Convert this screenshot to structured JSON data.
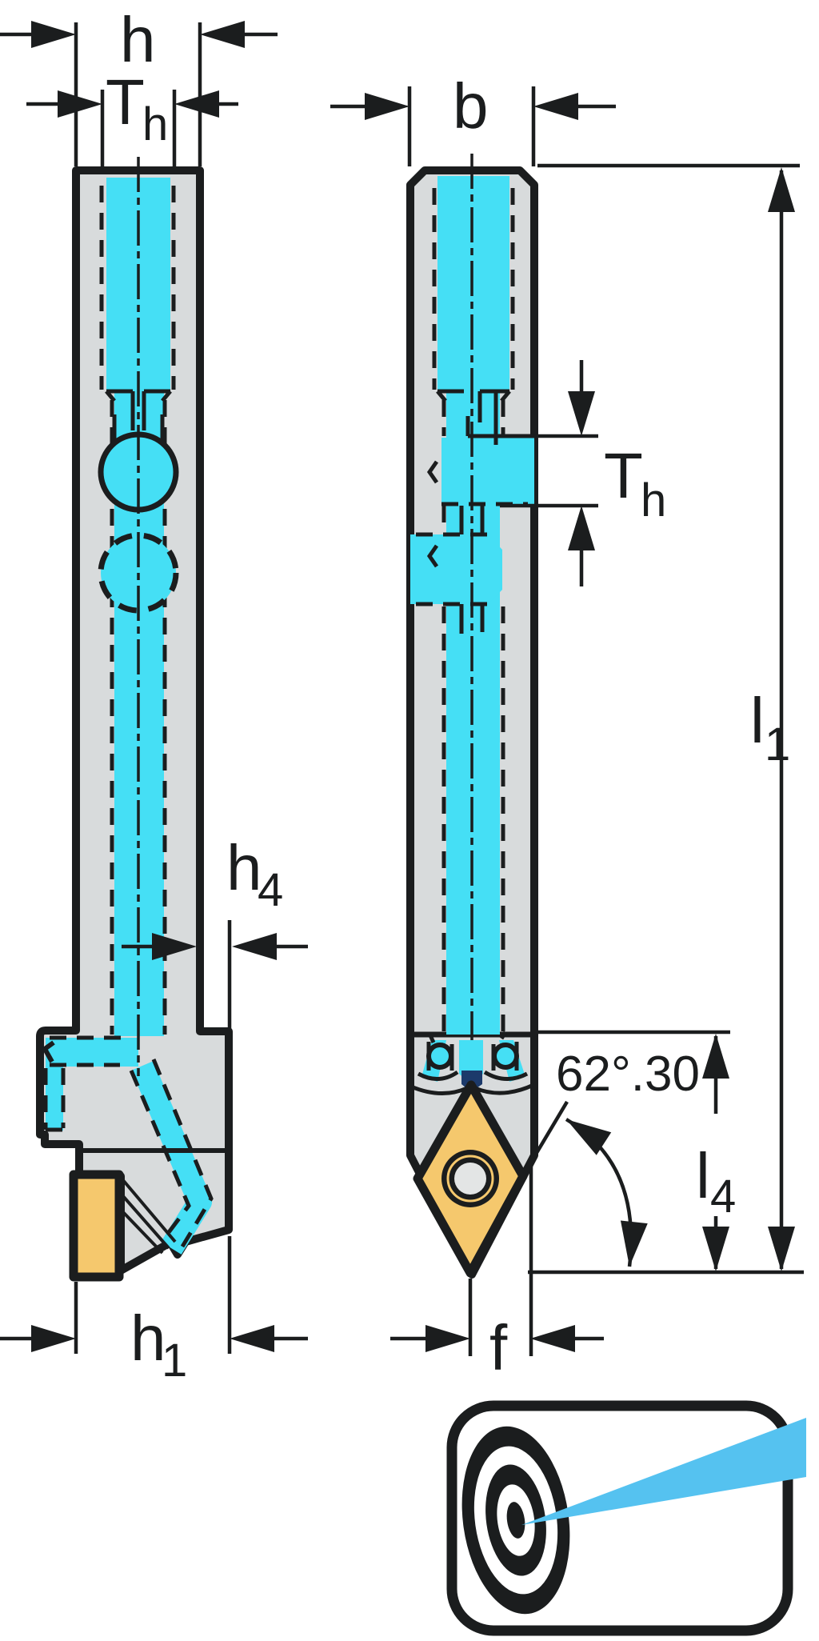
{
  "drawing": {
    "labels": {
      "h": {
        "main": "h",
        "sub": ""
      },
      "th_left": {
        "main": "T",
        "sub": "h"
      },
      "b": {
        "main": "b",
        "sub": ""
      },
      "th_right": {
        "main": "T",
        "sub": "h"
      },
      "l1": {
        "main": "l",
        "sub": "1"
      },
      "h4": {
        "main": "h",
        "sub": "4"
      },
      "l4": {
        "main": "l",
        "sub": "4"
      },
      "angle": {
        "main": "62°.30",
        "sub": ""
      },
      "h1": {
        "main": "h",
        "sub": "1"
      },
      "f": {
        "main": "f",
        "sub": ""
      }
    },
    "colors": {
      "coolant_cyan": "#45DFF5",
      "body_gray": "#D8DBDC",
      "outline_black": "#1B1D1E",
      "insert_gold": "#F5C86D",
      "insert_hole_gray": "#E3E5E5",
      "clamp_navy": "#1C3A6B",
      "jet_blue": "#55C2F0",
      "background": "#FFFFFF"
    },
    "icon": {
      "name": "precision-coolant-target-icon"
    }
  }
}
